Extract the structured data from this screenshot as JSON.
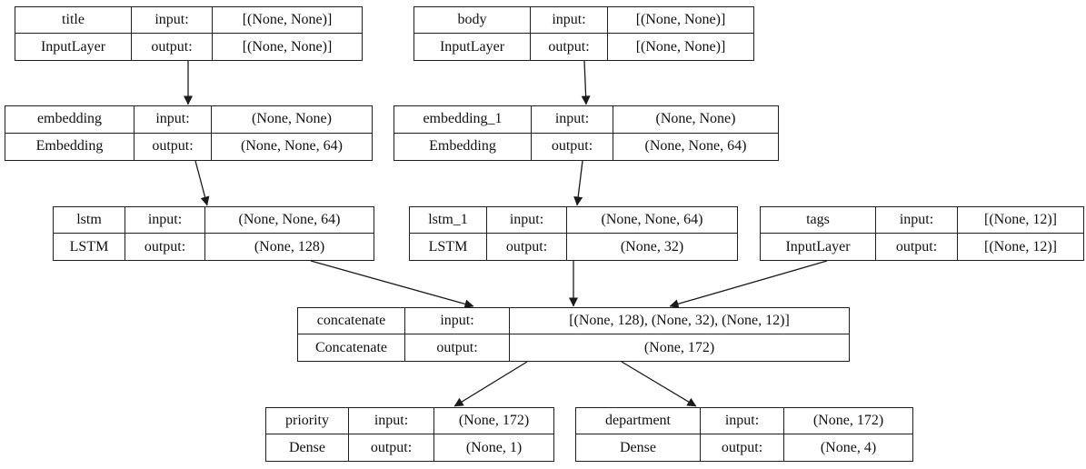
{
  "diagram": {
    "type": "keras-model-graph",
    "background_color": "#ffffff",
    "line_color": "#1a1a1a"
  },
  "nodes": [
    {
      "id": "title",
      "name": "title",
      "class": "InputLayer",
      "input_label": "input:",
      "output_label": "output:",
      "input_shape": "[(None, None)]",
      "output_shape": "[(None, None)]"
    },
    {
      "id": "body",
      "name": "body",
      "class": "InputLayer",
      "input_label": "input:",
      "output_label": "output:",
      "input_shape": "[(None, None)]",
      "output_shape": "[(None, None)]"
    },
    {
      "id": "embedding",
      "name": "embedding",
      "class": "Embedding",
      "input_label": "input:",
      "output_label": "output:",
      "input_shape": "(None, None)",
      "output_shape": "(None, None, 64)"
    },
    {
      "id": "embedding_1",
      "name": "embedding_1",
      "class": "Embedding",
      "input_label": "input:",
      "output_label": "output:",
      "input_shape": "(None, None)",
      "output_shape": "(None, None, 64)"
    },
    {
      "id": "lstm",
      "name": "lstm",
      "class": "LSTM",
      "input_label": "input:",
      "output_label": "output:",
      "input_shape": "(None, None, 64)",
      "output_shape": "(None, 128)"
    },
    {
      "id": "lstm_1",
      "name": "lstm_1",
      "class": "LSTM",
      "input_label": "input:",
      "output_label": "output:",
      "input_shape": "(None, None, 64)",
      "output_shape": "(None, 32)"
    },
    {
      "id": "tags",
      "name": "tags",
      "class": "InputLayer",
      "input_label": "input:",
      "output_label": "output:",
      "input_shape": "[(None, 12)]",
      "output_shape": "[(None, 12)]"
    },
    {
      "id": "concatenate",
      "name": "concatenate",
      "class": "Concatenate",
      "input_label": "input:",
      "output_label": "output:",
      "input_shape": "[(None, 128), (None, 32), (None, 12)]",
      "output_shape": "(None, 172)"
    },
    {
      "id": "priority",
      "name": "priority",
      "class": "Dense",
      "input_label": "input:",
      "output_label": "output:",
      "input_shape": "(None, 172)",
      "output_shape": "(None, 1)"
    },
    {
      "id": "department",
      "name": "department",
      "class": "Dense",
      "input_label": "input:",
      "output_label": "output:",
      "input_shape": "(None, 172)",
      "output_shape": "(None, 4)"
    }
  ],
  "edges": [
    {
      "from": "title",
      "to": "embedding"
    },
    {
      "from": "body",
      "to": "embedding_1"
    },
    {
      "from": "embedding",
      "to": "lstm"
    },
    {
      "from": "embedding_1",
      "to": "lstm_1"
    },
    {
      "from": "lstm",
      "to": "concatenate"
    },
    {
      "from": "lstm_1",
      "to": "concatenate"
    },
    {
      "from": "tags",
      "to": "concatenate"
    },
    {
      "from": "concatenate",
      "to": "priority"
    },
    {
      "from": "concatenate",
      "to": "department"
    }
  ]
}
